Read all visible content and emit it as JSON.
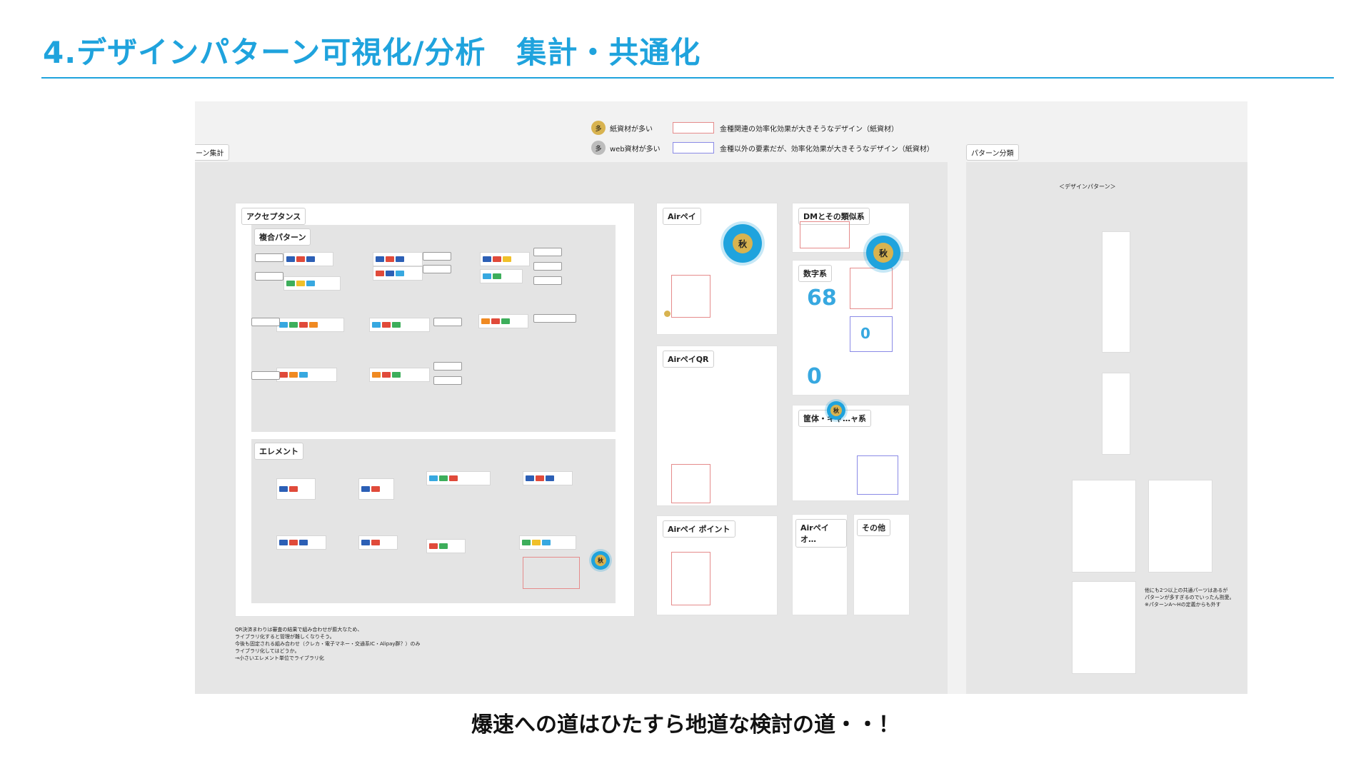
{
  "slide": {
    "title": "4.デザインパターン可視化/分析　集計・共通化",
    "caption": "爆速への道はひたすら地道な検討の道・・！"
  },
  "legend": {
    "items": [
      {
        "badge": "多",
        "text": "紙資材が多い",
        "box_text": "金種関連の効率化効果が大きそうなデザイン（紙資材）"
      },
      {
        "badge": "多",
        "text": "web資材が多い",
        "box_text": "金種以外の要素だが、効率化効果が大きそうなデザイン（紙資材）"
      }
    ]
  },
  "regions": {
    "pattern_summary": "ーン集計",
    "pattern_classification": "パターン分類"
  },
  "panels": {
    "acceptance": {
      "label": "アクセプタンス",
      "compound": "複合パターン",
      "element": "エレメント"
    },
    "airpay": "Airペイ",
    "airpay_qr": "AirペイQR",
    "airpay_point": "Airペイ ポイント",
    "dm": "DMとその類似系",
    "numbers": "数字系",
    "device": "筐体・キャ…ャ系",
    "airpay_o": "Airペイオ…",
    "other": "その他"
  },
  "pin_label": "秋",
  "numbers_values": [
    "68",
    "0",
    "0"
  ],
  "classification_title": "＜デザインパターン＞",
  "footnotes": {
    "left": "QR決済まわりは審査の結果で組み合わせが膨大なため、\nライブラリ化すると管理が難しくなりそう。\n今後も固定される組み合わせ（クレカ・電子マネー・交通系IC・Alipay群？）のみ\nライブラリ化してはどうか。\n→小さいエレメント単位でライブラリ化",
    "right": "他にも2つ以上の共通パーツはあるが\nパターンが多すぎるのでいったん割愛。\n※パターンA〜Hの定義からも外す"
  }
}
